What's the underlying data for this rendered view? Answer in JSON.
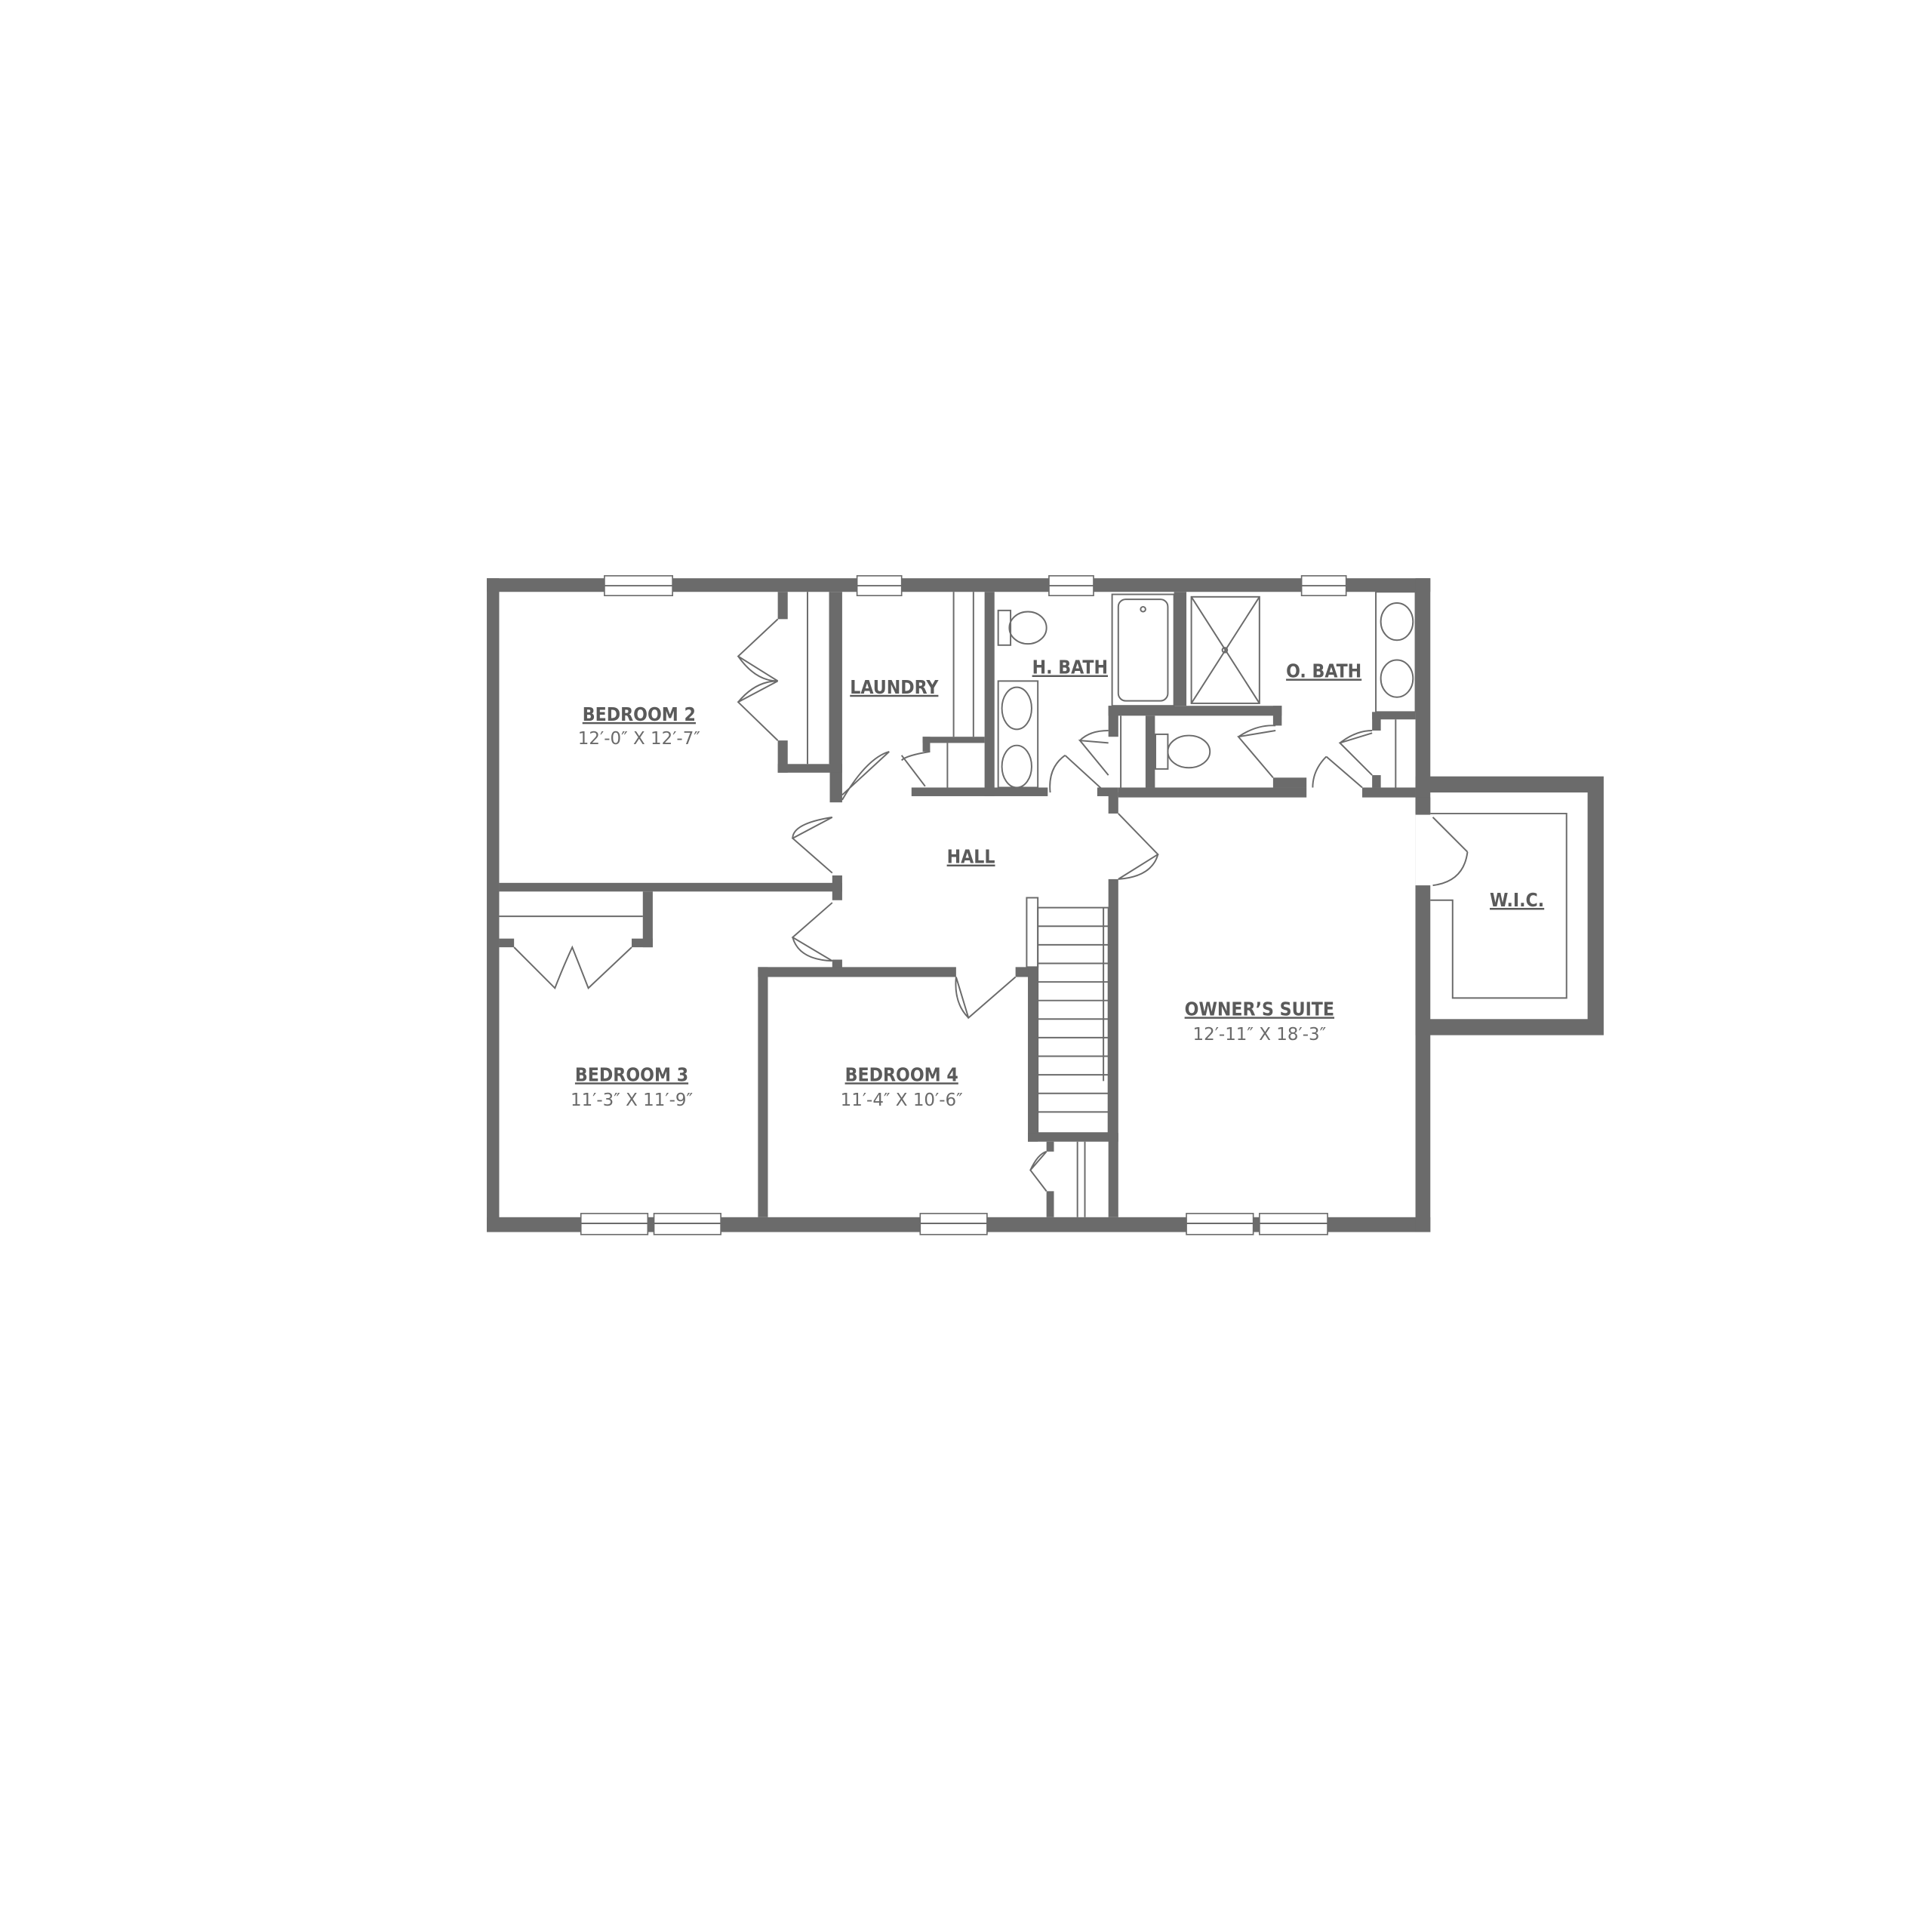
{
  "colors": {
    "wall": "#6b6b6b",
    "label": "#5a5a5a",
    "background": "#ffffff"
  },
  "rooms": {
    "bedroom2": {
      "name": "BEDROOM 2",
      "size": "12′-0″ X 12′-7″"
    },
    "bedroom3": {
      "name": "BEDROOM 3",
      "size": "11′-3″ X 11′-9″"
    },
    "bedroom4": {
      "name": "BEDROOM 4",
      "size": "11′-4″ X 10′-6″"
    },
    "owners_suite": {
      "name": "OWNER’S SUITE",
      "size": "12′-11″ X 18′-3″"
    },
    "laundry": {
      "name": "LAUNDRY"
    },
    "hbath": {
      "name": "H. BATH"
    },
    "obath": {
      "name": "O. BATH"
    },
    "hall": {
      "name": "HALL"
    },
    "wic": {
      "name": "W.I.C."
    }
  }
}
